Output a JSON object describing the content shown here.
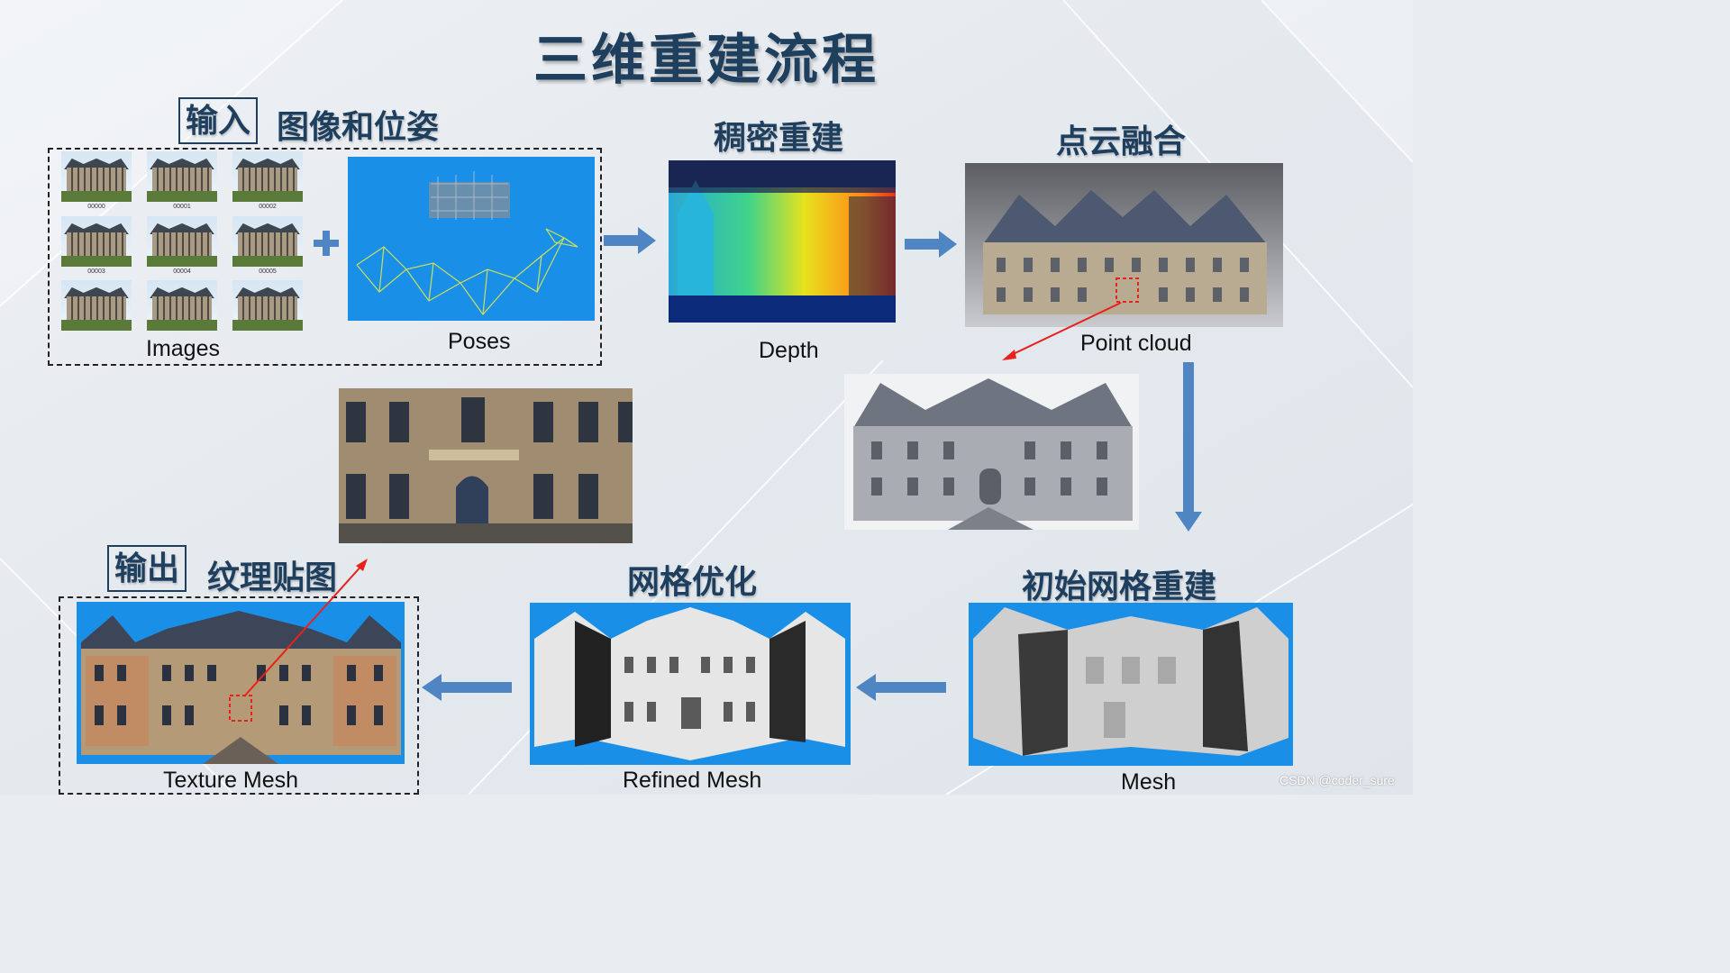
{
  "title": "三维重建流程",
  "input": {
    "tag": "输入",
    "label": "图像和位姿"
  },
  "images": {
    "caption": "Images",
    "frames": [
      "00000",
      "00001",
      "00002",
      "00003",
      "00004",
      "00005",
      "",
      "",
      ""
    ]
  },
  "poses": {
    "caption": "Poses"
  },
  "dense": {
    "label": "稠密重建",
    "caption": "Depth"
  },
  "fusion": {
    "label": "点云融合",
    "caption": "Point cloud"
  },
  "initial_mesh": {
    "label": "初始网格重建",
    "caption": "Mesh"
  },
  "refine": {
    "label": "网格优化",
    "caption": "Refined Mesh"
  },
  "output": {
    "tag": "输出",
    "label": "纹理贴图",
    "caption": "Texture Mesh"
  },
  "watermark": "CSDN @coder_sure",
  "colors": {
    "title": "#1f3f5f",
    "arrow": "#4f85c3",
    "pose_bg": "#1a8fe8",
    "red_pointer": "#e8221b"
  }
}
